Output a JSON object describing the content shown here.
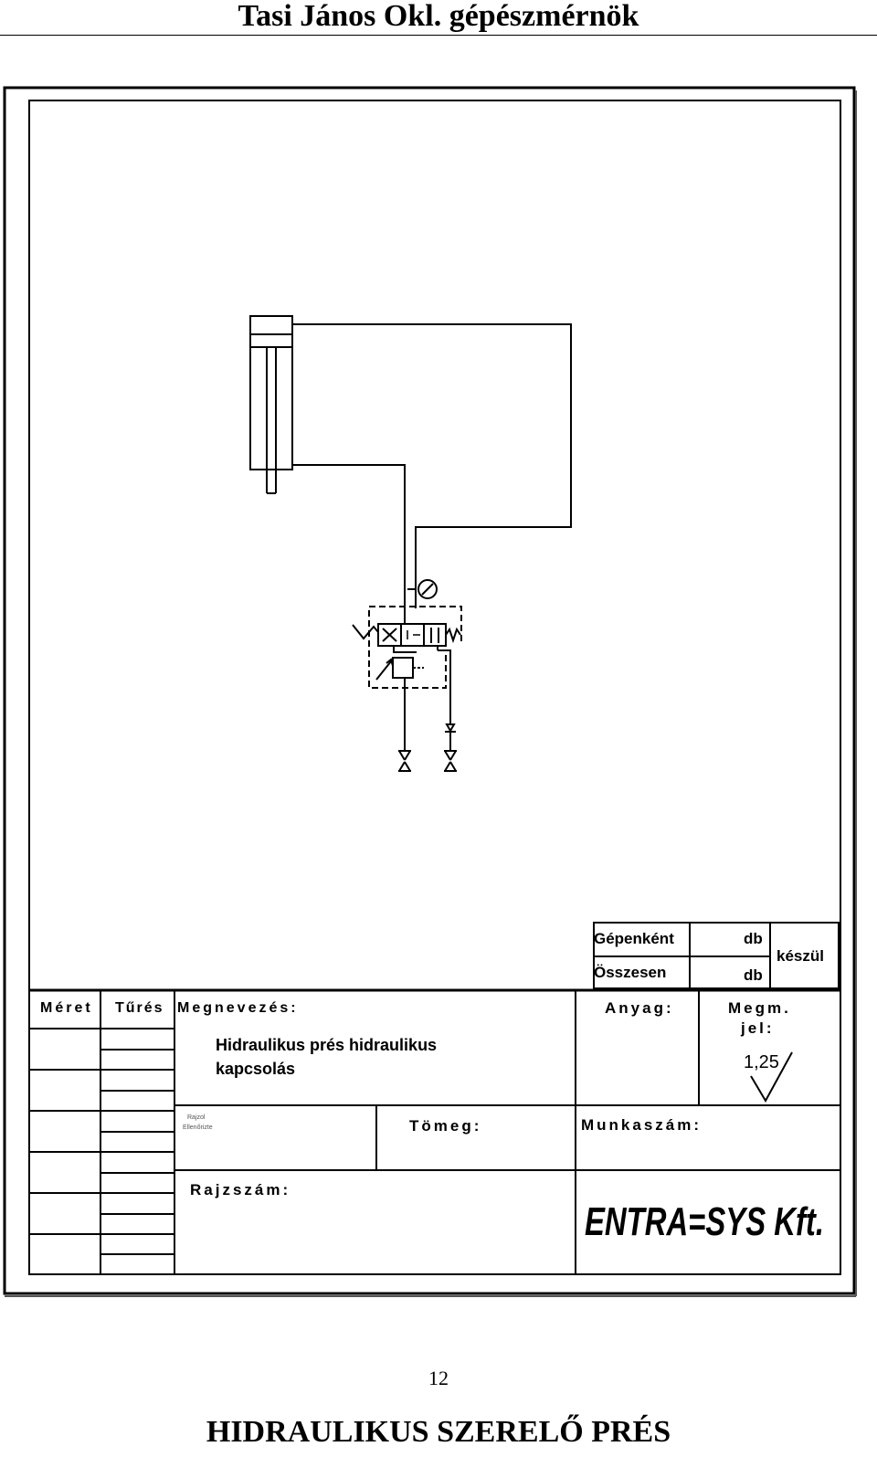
{
  "header": {
    "title": "Tasi János Okl. gépészmérnök"
  },
  "title_block": {
    "per_machine_label": "Gépenként",
    "total_label": "Összesen",
    "unit_1": "db",
    "unit_2": "db",
    "made_label": "készül",
    "size_label": "Méret",
    "tolerance_label": "Tűrés",
    "name_label": "Megnevezés:",
    "name_line_1": "Hidraulikus prés hidraulikus",
    "name_line_2": "kapcsolás",
    "material_label": "Anyag:",
    "finish_label_1": "Megm.",
    "finish_label_2": "jel:",
    "finish_value": "1,25",
    "small_note_1": "Rajzol",
    "small_note_2": "Ellenőrizte",
    "mass_label": "Tömeg:",
    "job_number_label": "Munkaszám:",
    "drawing_number_label": "Rajzszám:",
    "company_logo_text": "ENTRA=SYS Kft."
  },
  "footer": {
    "page_number": "12",
    "title": "HIDRAULIKUS SZERELŐ PRÉS"
  }
}
